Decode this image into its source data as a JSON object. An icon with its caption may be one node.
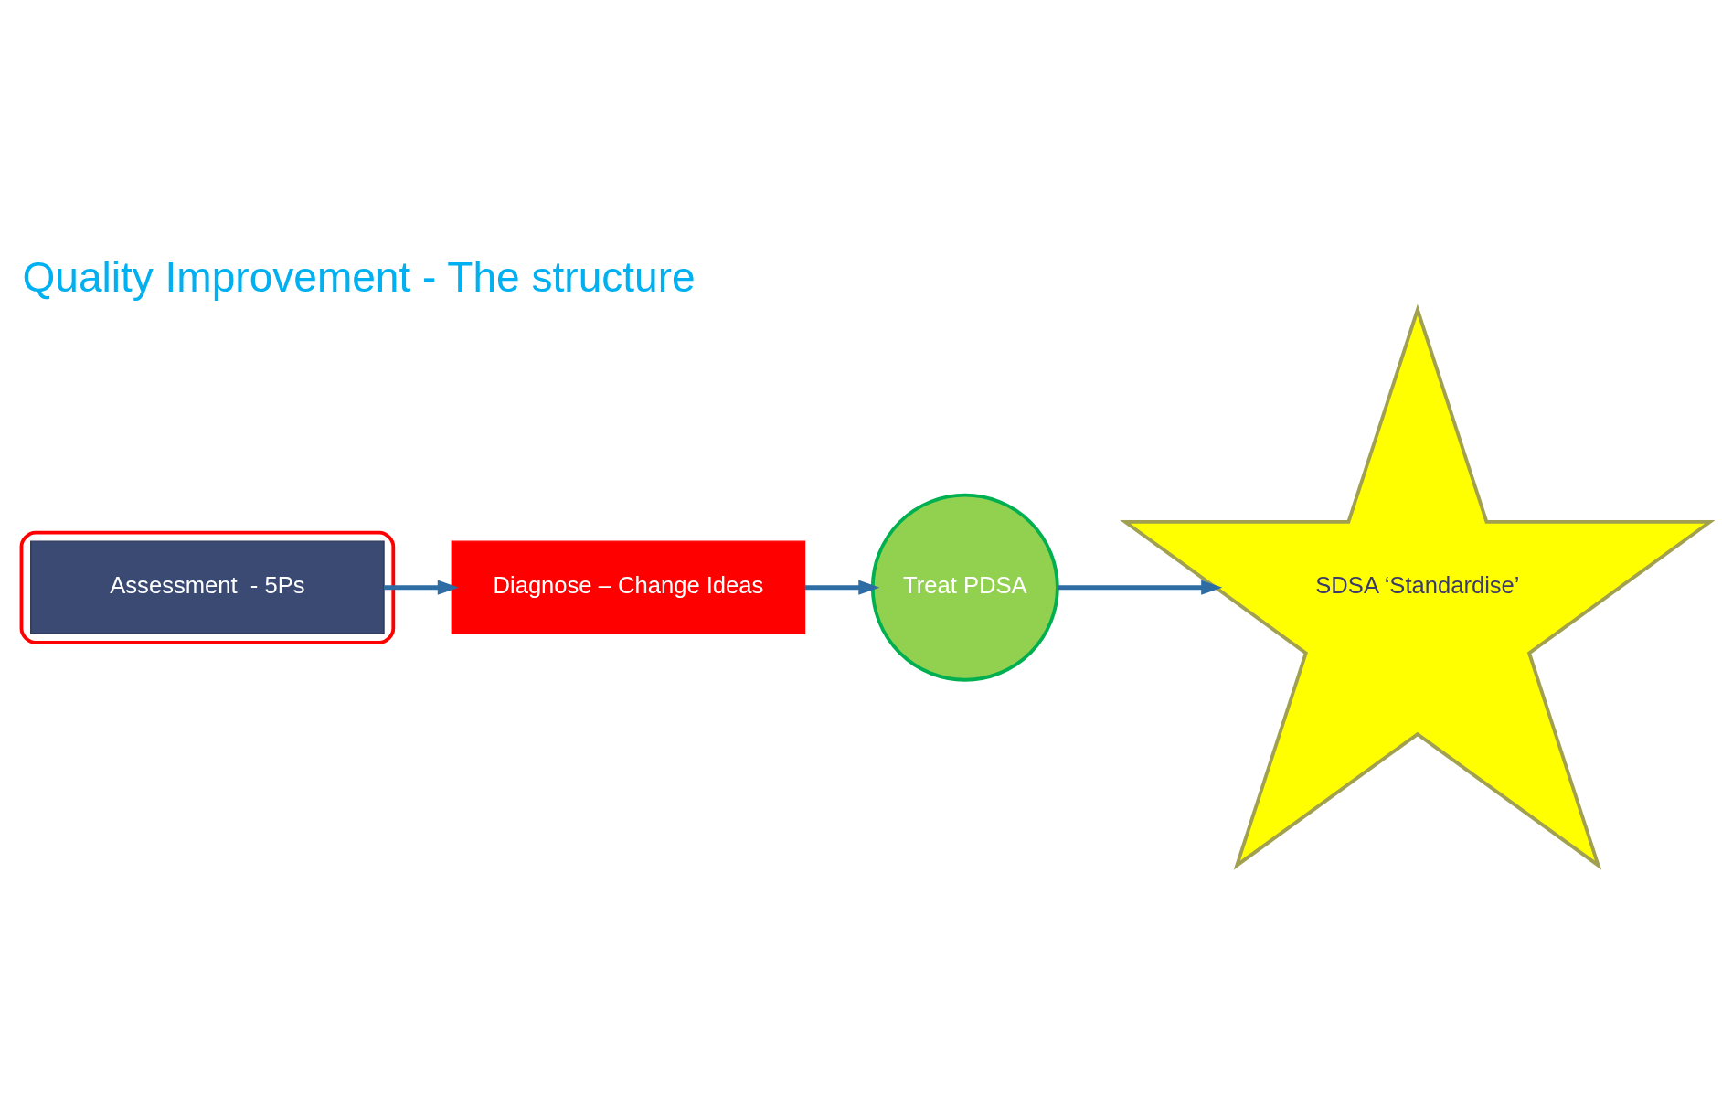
{
  "diagram": {
    "title": "Quality Improvement - The structure",
    "nodes": [
      {
        "text": [],
        "shape": "ellipse"
      },
      {
        "text": [
          "Assessment  - 5Ps"
        ],
        "in": 0
      },
      {
        "text": [
          "Diagnose – Change Ideas"
        ]
      },
      {
        "text": [
          "Treat PDSA"
        ]
      },
      {
        "text": [
          "SDSA ‘Standardise’"
        ]
      }
    ],
    "edges": [
      {
        "from": 1,
        "to": 2,
        "arrow": "to"
      },
      {
        "from": 2,
        "to": 3,
        "arrow": "to"
      },
      {
        "from": 3,
        "to": 4,
        "arrow": "to"
      }
    ]
  }
}
